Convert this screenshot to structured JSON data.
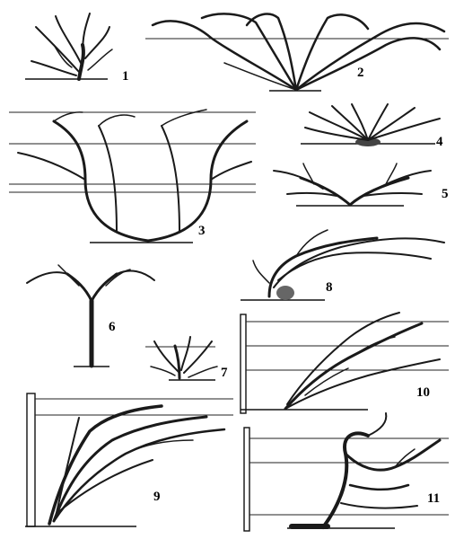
{
  "figure": {
    "panels": [
      {
        "id": "p1",
        "label": "1"
      },
      {
        "id": "p2",
        "label": "2"
      },
      {
        "id": "p3",
        "label": "3"
      },
      {
        "id": "p4",
        "label": "4"
      },
      {
        "id": "p5",
        "label": "5"
      },
      {
        "id": "p6",
        "label": "6"
      },
      {
        "id": "p7",
        "label": "7"
      },
      {
        "id": "p8",
        "label": "8"
      },
      {
        "id": "p9",
        "label": "9"
      },
      {
        "id": "p10",
        "label": "10"
      },
      {
        "id": "p11",
        "label": "11"
      }
    ],
    "colors": {
      "ink": "#1a1a1a",
      "background": "#ffffff"
    }
  }
}
